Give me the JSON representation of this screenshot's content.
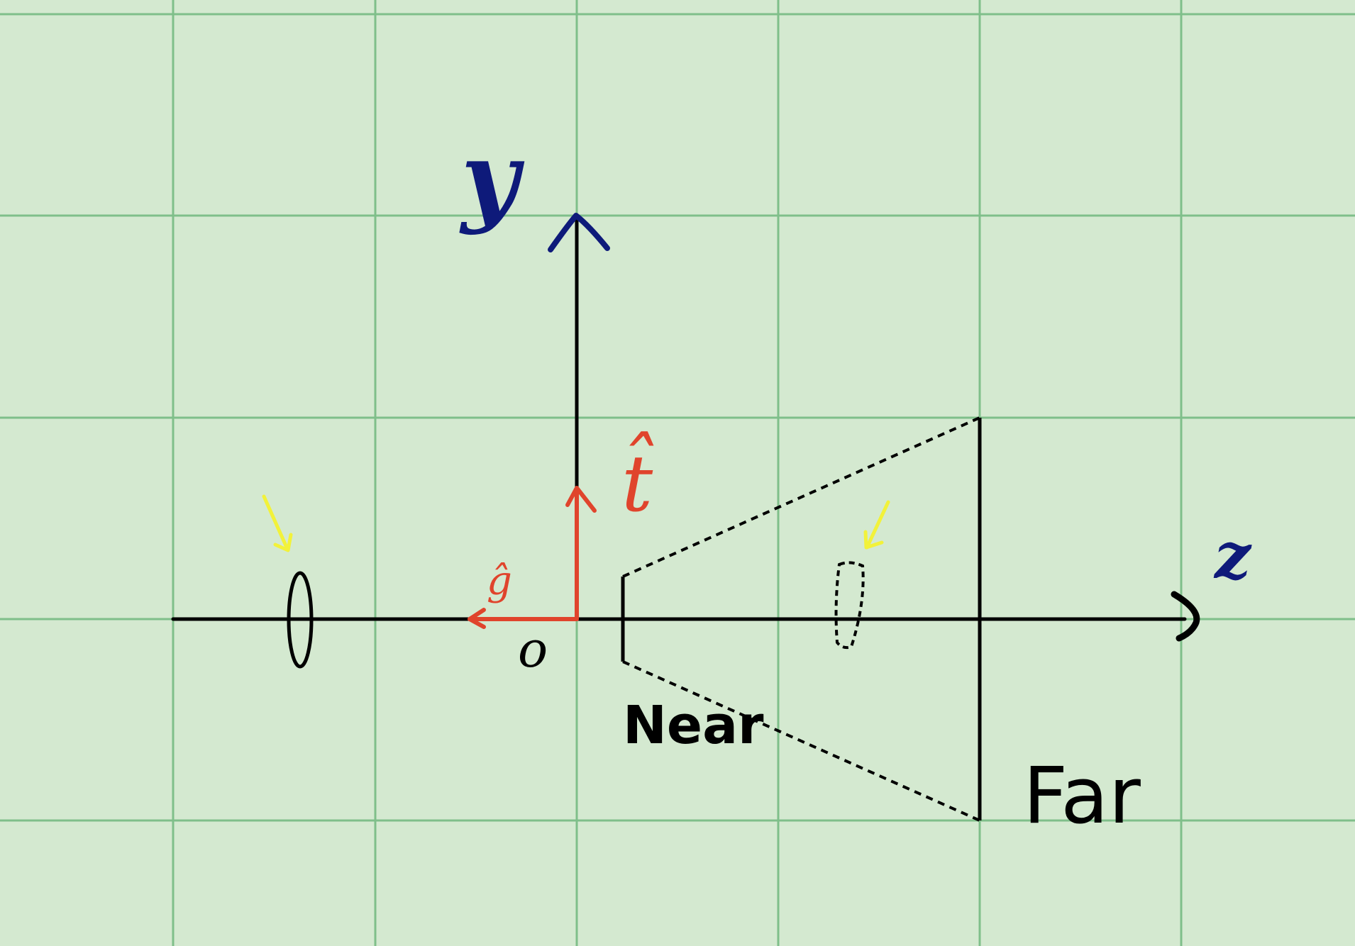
{
  "colors": {
    "background": "#d4e9d0",
    "grid": "#7fbf8a",
    "axis": "#000000",
    "axis_label": "#0e1a7a",
    "vector": "#e0442c",
    "pointer": "#f2f23a"
  },
  "labels": {
    "y_axis": "y",
    "z_axis": "z",
    "origin": "o",
    "up_vector": "t̂",
    "gaze_vector": "ĝ",
    "near_plane": "Near",
    "far_plane": "Far"
  },
  "icons": {
    "camera_object": "ellipse-outline-icon",
    "moved_object": "dashed-ellipse-icon",
    "pointer": "arrow-pointer-icon"
  }
}
